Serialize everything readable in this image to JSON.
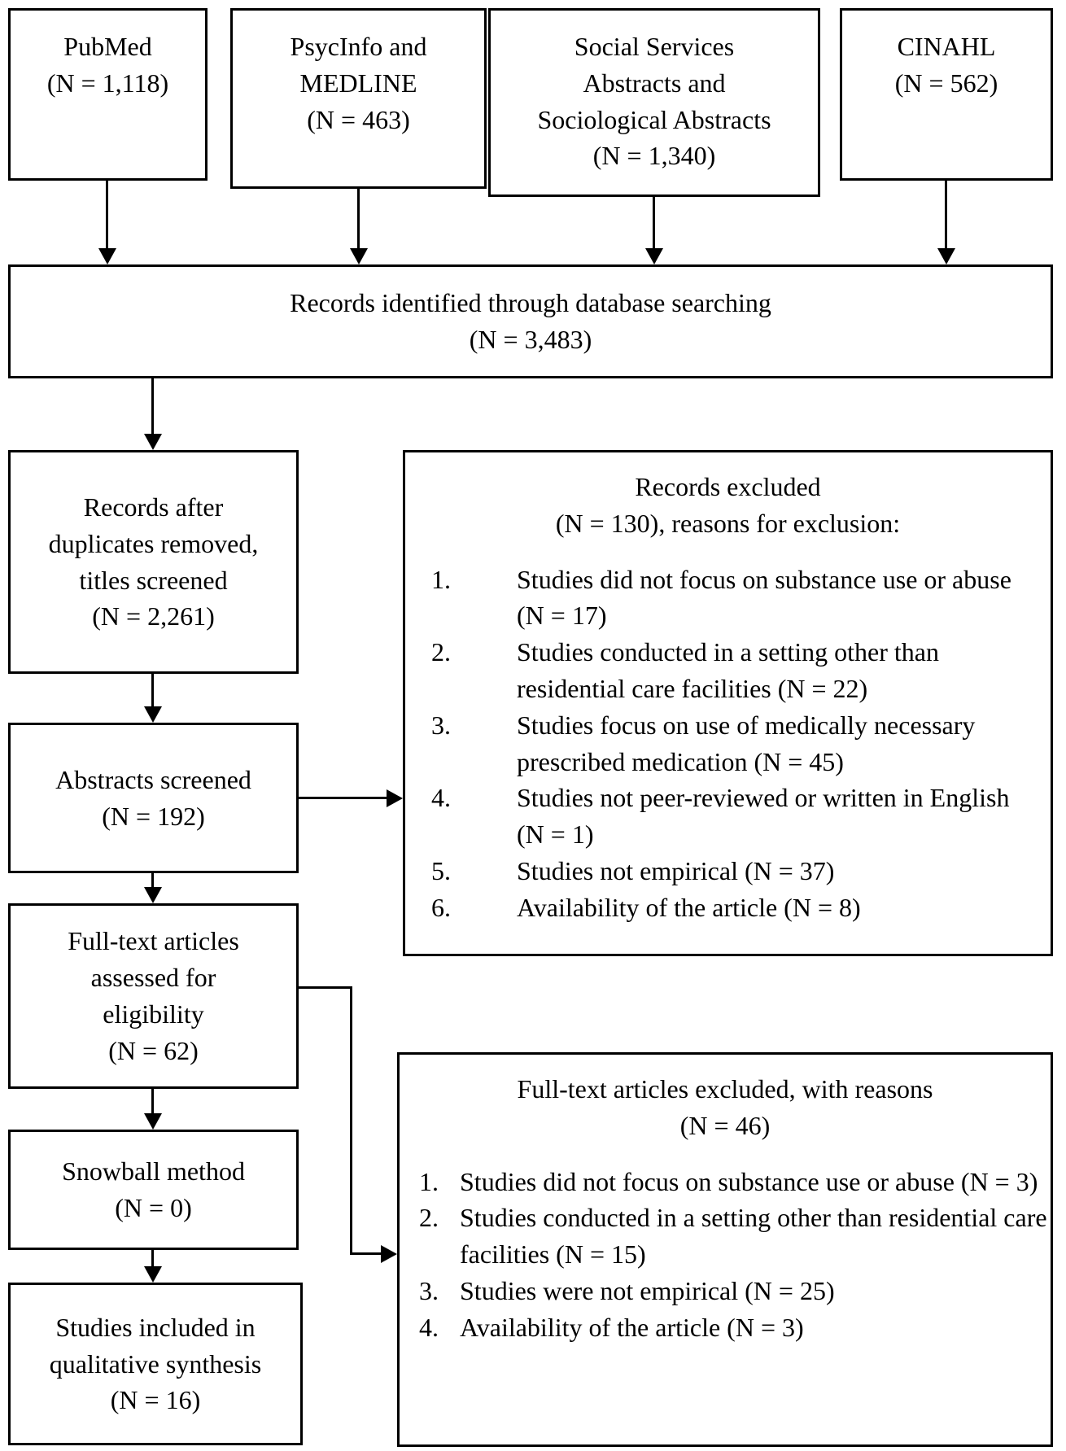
{
  "top_boxes": [
    {
      "text": "PubMed\n(N = 1,118)"
    },
    {
      "text": "PsycInfo and\nMEDLINE\n(N = 463)"
    },
    {
      "text": "Social Services\nAbstracts and\nSociological Abstracts\n(N = 1,340)"
    },
    {
      "text": "CINAHL\n(N = 562)"
    }
  ],
  "identified_box": {
    "text": "Records identified through database searching\n(N = 3,483)"
  },
  "flow_boxes": [
    {
      "text": "Records after\nduplicates removed,\ntitles screened\n(N = 2,261)"
    },
    {
      "text": "Abstracts screened\n(N = 192)"
    },
    {
      "text": "Full-text articles\nassessed for\neligibility\n(N = 62)"
    },
    {
      "text": "Snowball method\n(N = 0)"
    },
    {
      "text": "Studies included in\nqualitative synthesis\n(N = 16)"
    }
  ],
  "records_excluded": {
    "title": "Records excluded",
    "subtitle": "(N = 130), reasons for exclusion:",
    "items": [
      {
        "num": "1.",
        "text": "Studies did not focus on substance use or abuse (N = 17)"
      },
      {
        "num": "2.",
        "text": "Studies conducted in a setting other than residential care facilities (N = 22)"
      },
      {
        "num": "3.",
        "text": "Studies focus on use of medically necessary prescribed medication (N = 45)"
      },
      {
        "num": "4.",
        "text": "Studies not peer-reviewed or written in English (N = 1)"
      },
      {
        "num": "5.",
        "text": "Studies not empirical (N = 37)"
      },
      {
        "num": "6.",
        "text": "Availability of the article (N = 8)"
      }
    ]
  },
  "fulltext_excluded": {
    "title": "Full-text articles excluded, with reasons",
    "subtitle": "(N = 46)",
    "items": [
      {
        "num": "1.",
        "text": "Studies did not focus on substance use or abuse (N = 3)"
      },
      {
        "num": "2.",
        "text": "Studies conducted in a setting other than residential care facilities (N = 15)"
      },
      {
        "num": "3.",
        "text": "Studies were not empirical (N = 25)"
      },
      {
        "num": "4.",
        "text": "Availability of the article (N = 3)"
      }
    ]
  }
}
